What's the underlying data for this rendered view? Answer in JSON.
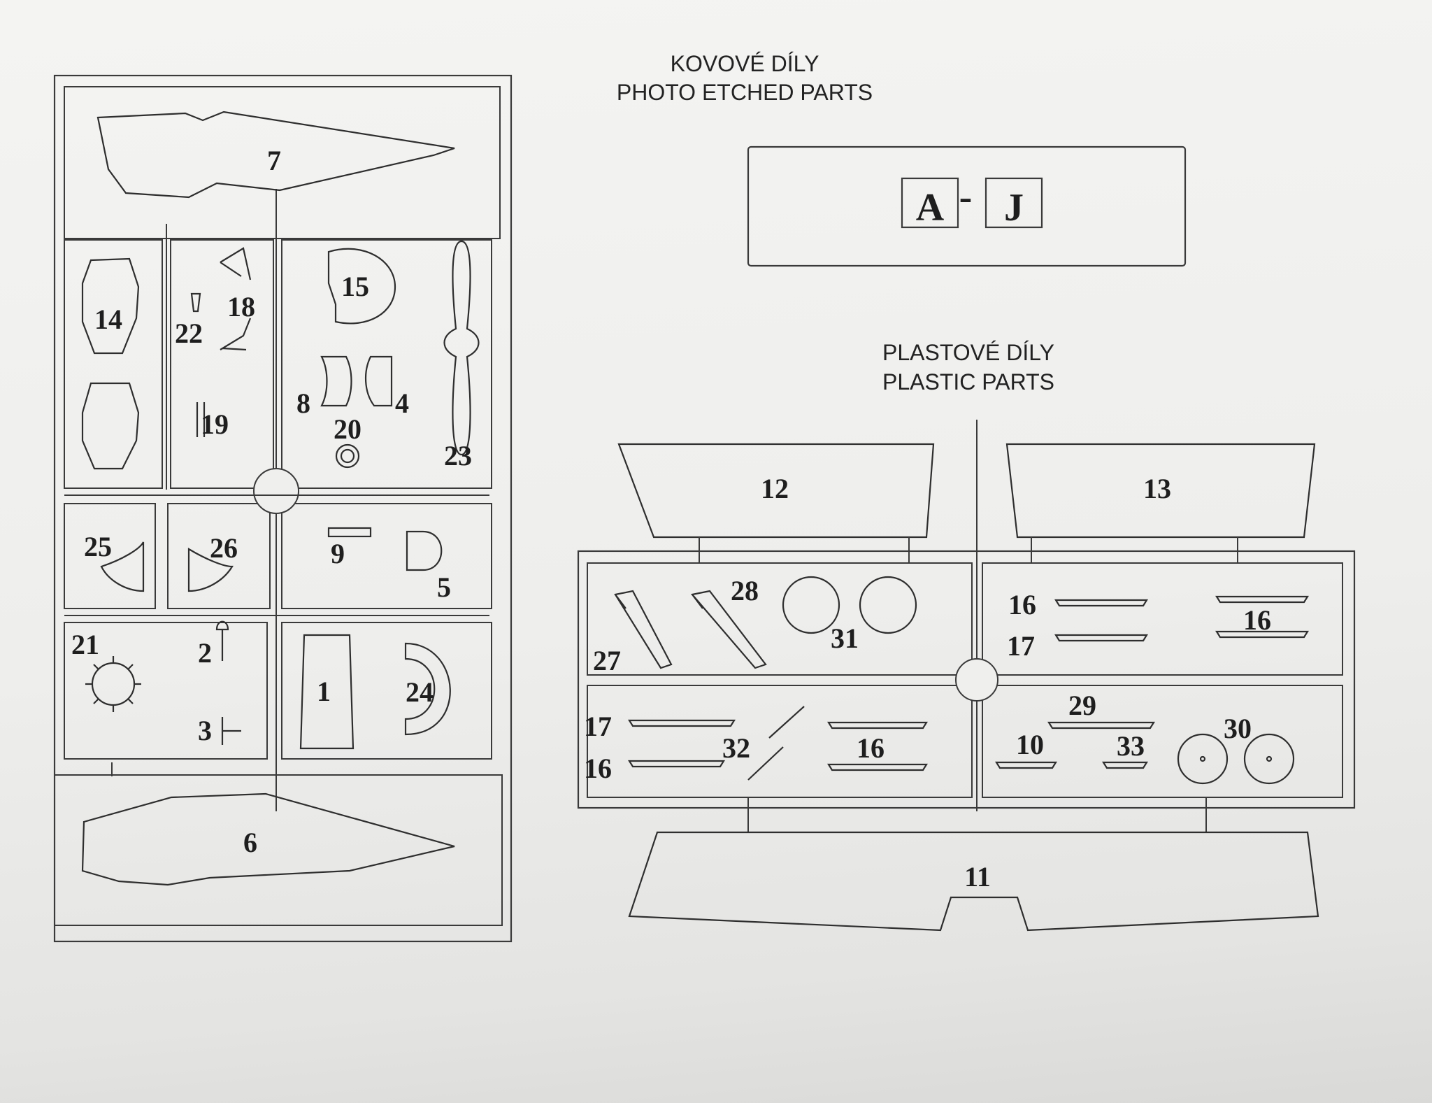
{
  "metal_section": {
    "title_cz": "KOVOVÉ DÍLY",
    "title_en": "PHOTO ETCHED PARTS",
    "range_start": "A",
    "range_sep": "-",
    "range_end": "J"
  },
  "plastic_section": {
    "title_cz": "PLASTOVÉ DÍLY",
    "title_en": "PLASTIC PARTS"
  },
  "sprue_left_labels": {
    "p1": "1",
    "p2": "2",
    "p3": "3",
    "p4": "4",
    "p5": "5",
    "p6": "6",
    "p7": "7",
    "p8": "8",
    "p9": "9",
    "p14": "14",
    "p15": "15",
    "p18": "18",
    "p19": "19",
    "p20": "20",
    "p21": "21",
    "p22": "22",
    "p23": "23",
    "p24": "24",
    "p25": "25",
    "p26": "26"
  },
  "sprue_right_labels": {
    "p10": "10",
    "p11": "11",
    "p12": "12",
    "p13": "13",
    "p16": "16",
    "p17": "17",
    "p27": "27",
    "p28": "28",
    "p29": "29",
    "p30": "30",
    "p31": "31",
    "p32": "32",
    "p33": "33"
  }
}
